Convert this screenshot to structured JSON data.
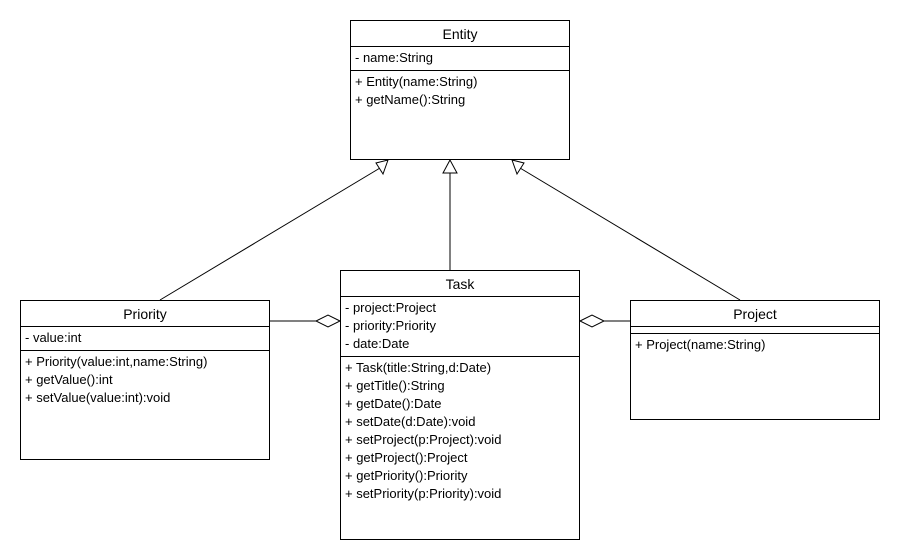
{
  "classes": {
    "entity": {
      "name": "Entity",
      "attributes": [
        "- name:String"
      ],
      "operations": [
        "+ Entity(name:String)",
        "+ getName():String"
      ]
    },
    "priority": {
      "name": "Priority",
      "attributes": [
        "- value:int"
      ],
      "operations": [
        "+ Priority(value:int,name:String)",
        "+ getValue():int",
        "+ setValue(value:int):void"
      ]
    },
    "task": {
      "name": "Task",
      "attributes": [
        "- project:Project",
        "- priority:Priority",
        "- date:Date"
      ],
      "operations": [
        "+ Task(title:String,d:Date)",
        "+ getTitle():String",
        "+ getDate():Date",
        "+ setDate(d:Date):void",
        "+ setProject(p:Project):void",
        "+ getProject():Project",
        "+ getPriority():Priority",
        "+ setPriority(p:Priority):void"
      ]
    },
    "project": {
      "name": "Project",
      "attributes": [],
      "operations": [
        "+ Project(name:String)"
      ]
    }
  },
  "relationships": [
    {
      "type": "generalization",
      "from": "Priority",
      "to": "Entity"
    },
    {
      "type": "generalization",
      "from": "Task",
      "to": "Entity"
    },
    {
      "type": "generalization",
      "from": "Project",
      "to": "Entity"
    },
    {
      "type": "aggregation",
      "whole": "Task",
      "part": "Priority"
    },
    {
      "type": "aggregation",
      "whole": "Task",
      "part": "Project"
    }
  ]
}
